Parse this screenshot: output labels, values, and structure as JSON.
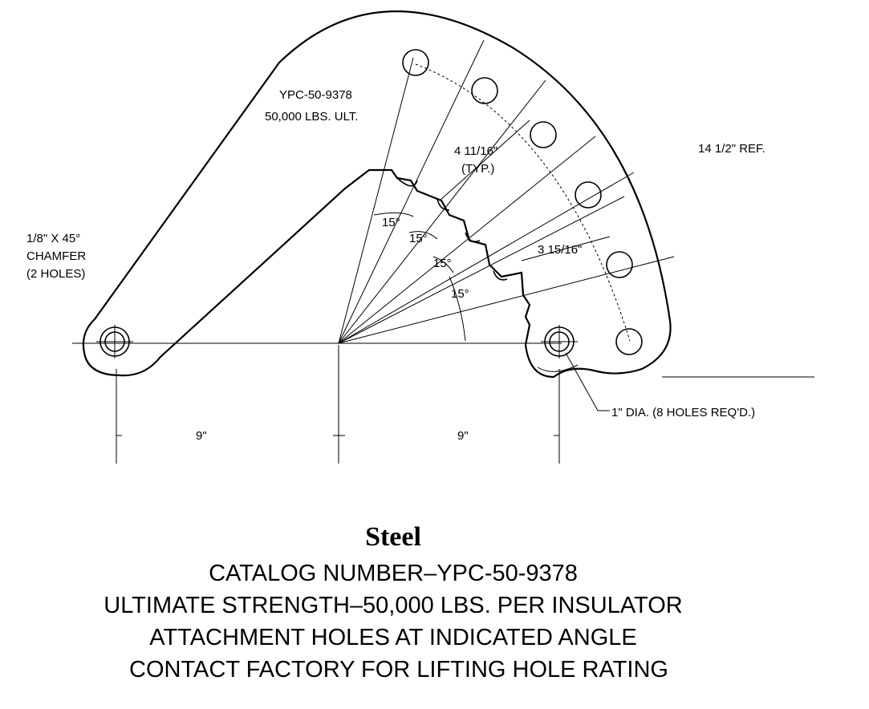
{
  "drawing": {
    "part_label": "YPC-50-9378",
    "rating_label": "50,000 LBS. ULT.",
    "chamfer_line1": "1/8\" X 45°",
    "chamfer_line2": "CHAMFER",
    "chamfer_line3": "(2 HOLES)",
    "spacing_line1": "4 11/16\"",
    "spacing_line2": "(TYP.)",
    "ref_dim": "14 1/2\" REF.",
    "spacing2": "3 15/16\"",
    "angles": [
      "15°",
      "15°",
      "15°",
      "15°"
    ],
    "hole_note": "1\" DIA. (8 HOLES REQ'D.)",
    "dim_left": "9\"",
    "dim_right": "9\""
  },
  "caption": {
    "material": "Steel",
    "line1": "CATALOG NUMBER–YPC-50-9378",
    "line2": "ULTIMATE STRENGTH–50,000 LBS. PER INSULATOR",
    "line3": "ATTACHMENT HOLES AT INDICATED ANGLE",
    "line4": "CONTACT FACTORY FOR  LIFTING HOLE RATING"
  }
}
